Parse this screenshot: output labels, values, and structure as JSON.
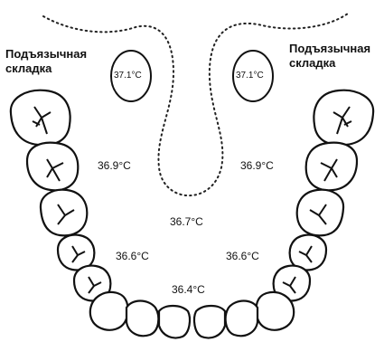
{
  "labels": {
    "left_fold": "Подъязычная\nскладка",
    "right_fold": "Подъязычная\nскладка"
  },
  "gland_temps": {
    "left": "37.1°C",
    "right": "37.1°C"
  },
  "temps": {
    "molar_left": "36.9°C",
    "molar_right": "36.9°C",
    "center": "36.7°C",
    "premolar_left": "36.6°C",
    "premolar_right": "36.6°C",
    "incisor": "36.4°C"
  }
}
